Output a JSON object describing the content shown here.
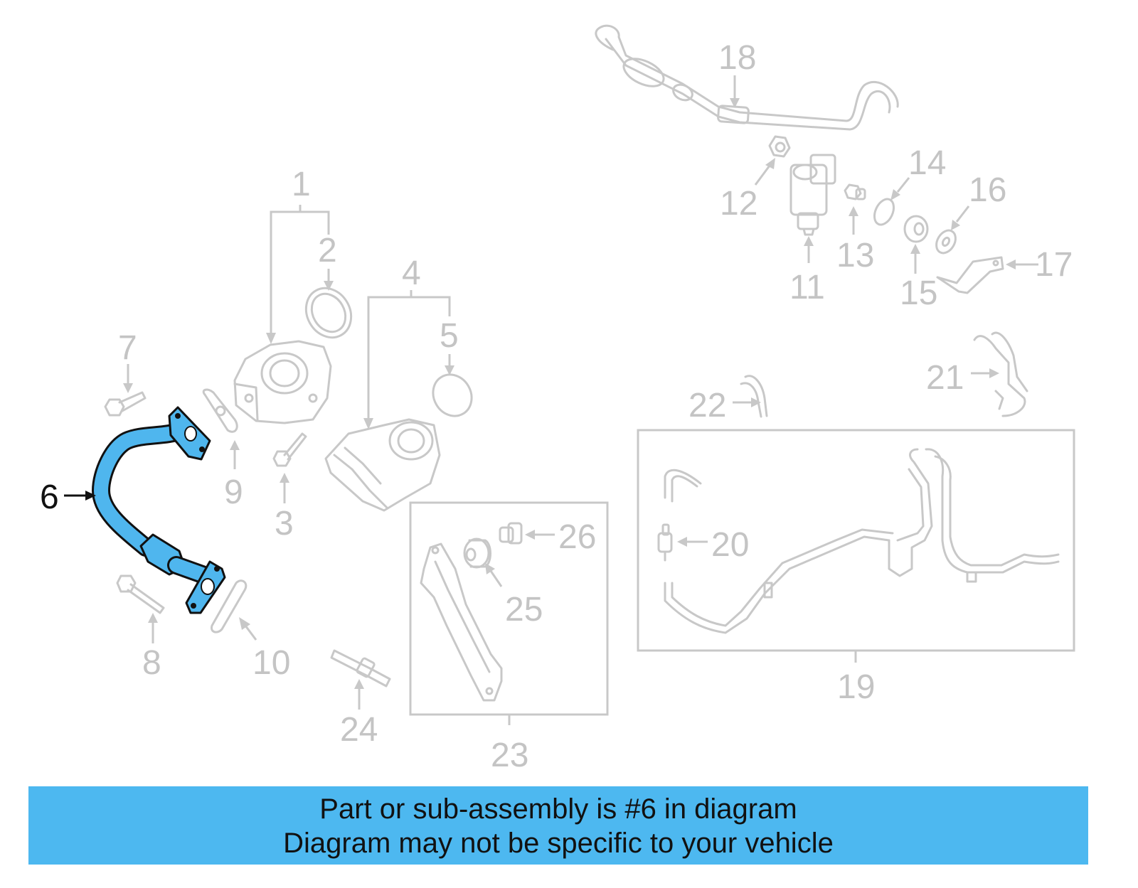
{
  "callouts": {
    "c1": "1",
    "c2": "2",
    "c3": "3",
    "c4": "4",
    "c5": "5",
    "c6": "6",
    "c7": "7",
    "c8": "8",
    "c9": "9",
    "c10": "10",
    "c11": "11",
    "c12": "12",
    "c13": "13",
    "c14": "14",
    "c15": "15",
    "c16": "16",
    "c17": "17",
    "c18": "18",
    "c19": "19",
    "c20": "20",
    "c21": "21",
    "c22": "22",
    "c23": "23",
    "c24": "24",
    "c25": "25",
    "c26": "26"
  },
  "highlighted_part": "6",
  "colors": {
    "highlight": "#4fb6ee",
    "banner": "#4db8f0",
    "line_gray": "#c8c8c8"
  },
  "banner": {
    "line1": "Part or sub-assembly is #6 in diagram",
    "line2": "Diagram may not be specific to your vehicle"
  }
}
